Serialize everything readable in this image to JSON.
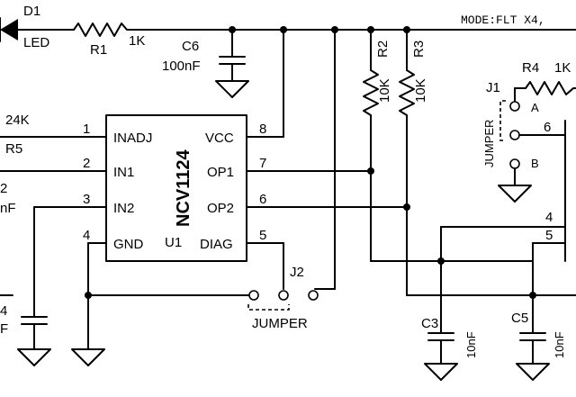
{
  "mode_text": "MODE:FLT X4,",
  "chip": {
    "name": "NCV1124",
    "ref": "U1",
    "pins": [
      {
        "num": "1",
        "label": "INADJ"
      },
      {
        "num": "2",
        "label": "IN1"
      },
      {
        "num": "3",
        "label": "IN2"
      },
      {
        "num": "4",
        "label": "GND"
      },
      {
        "num": "8",
        "label": "VCC"
      },
      {
        "num": "7",
        "label": "OP1"
      },
      {
        "num": "6",
        "label": "OP2"
      },
      {
        "num": "5",
        "label": "DIAG"
      }
    ]
  },
  "parts": {
    "d1": {
      "ref": "D1",
      "value": "LED"
    },
    "r1": {
      "ref": "R1",
      "value": "1K"
    },
    "c6": {
      "ref": "C6",
      "value": "100nF"
    },
    "r2": {
      "ref": "R2",
      "value": "10K"
    },
    "r3": {
      "ref": "R3",
      "value": "10K"
    },
    "r4": {
      "ref": "R4",
      "value": "1K"
    },
    "r5": {
      "ref": "R5",
      "value": "24K"
    },
    "j1": {
      "ref": "J1",
      "label": "JUMPER",
      "pos_a": "A",
      "pos_b": "B",
      "pin": "6"
    },
    "j2": {
      "ref": "J2",
      "label": "JUMPER"
    },
    "c3": {
      "ref": "C3",
      "value": "10nF"
    },
    "c5": {
      "ref": "C5",
      "value": "10nF"
    },
    "right_pins": [
      "4",
      "5"
    ],
    "left_partials": {
      "upper": "2",
      "upper_unit": "nF",
      "lower": "4",
      "lower_unit": "F"
    }
  }
}
